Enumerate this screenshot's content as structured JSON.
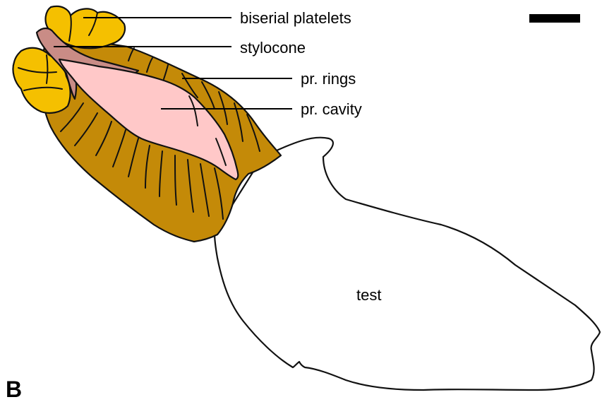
{
  "labels": {
    "biserial_platelets": "biserial platelets",
    "stylocone": "stylocone",
    "pr_rings": "pr. rings",
    "pr_cavity": "pr. cavity",
    "test": "test"
  },
  "panel_letter": "B",
  "colors": {
    "platelets": "#F5C000",
    "rings": "#C48A08",
    "stylocone": "#C98C86",
    "cavity": "#FFC8C8",
    "test": "#FFFFFF",
    "scale_bar": "#000000"
  }
}
